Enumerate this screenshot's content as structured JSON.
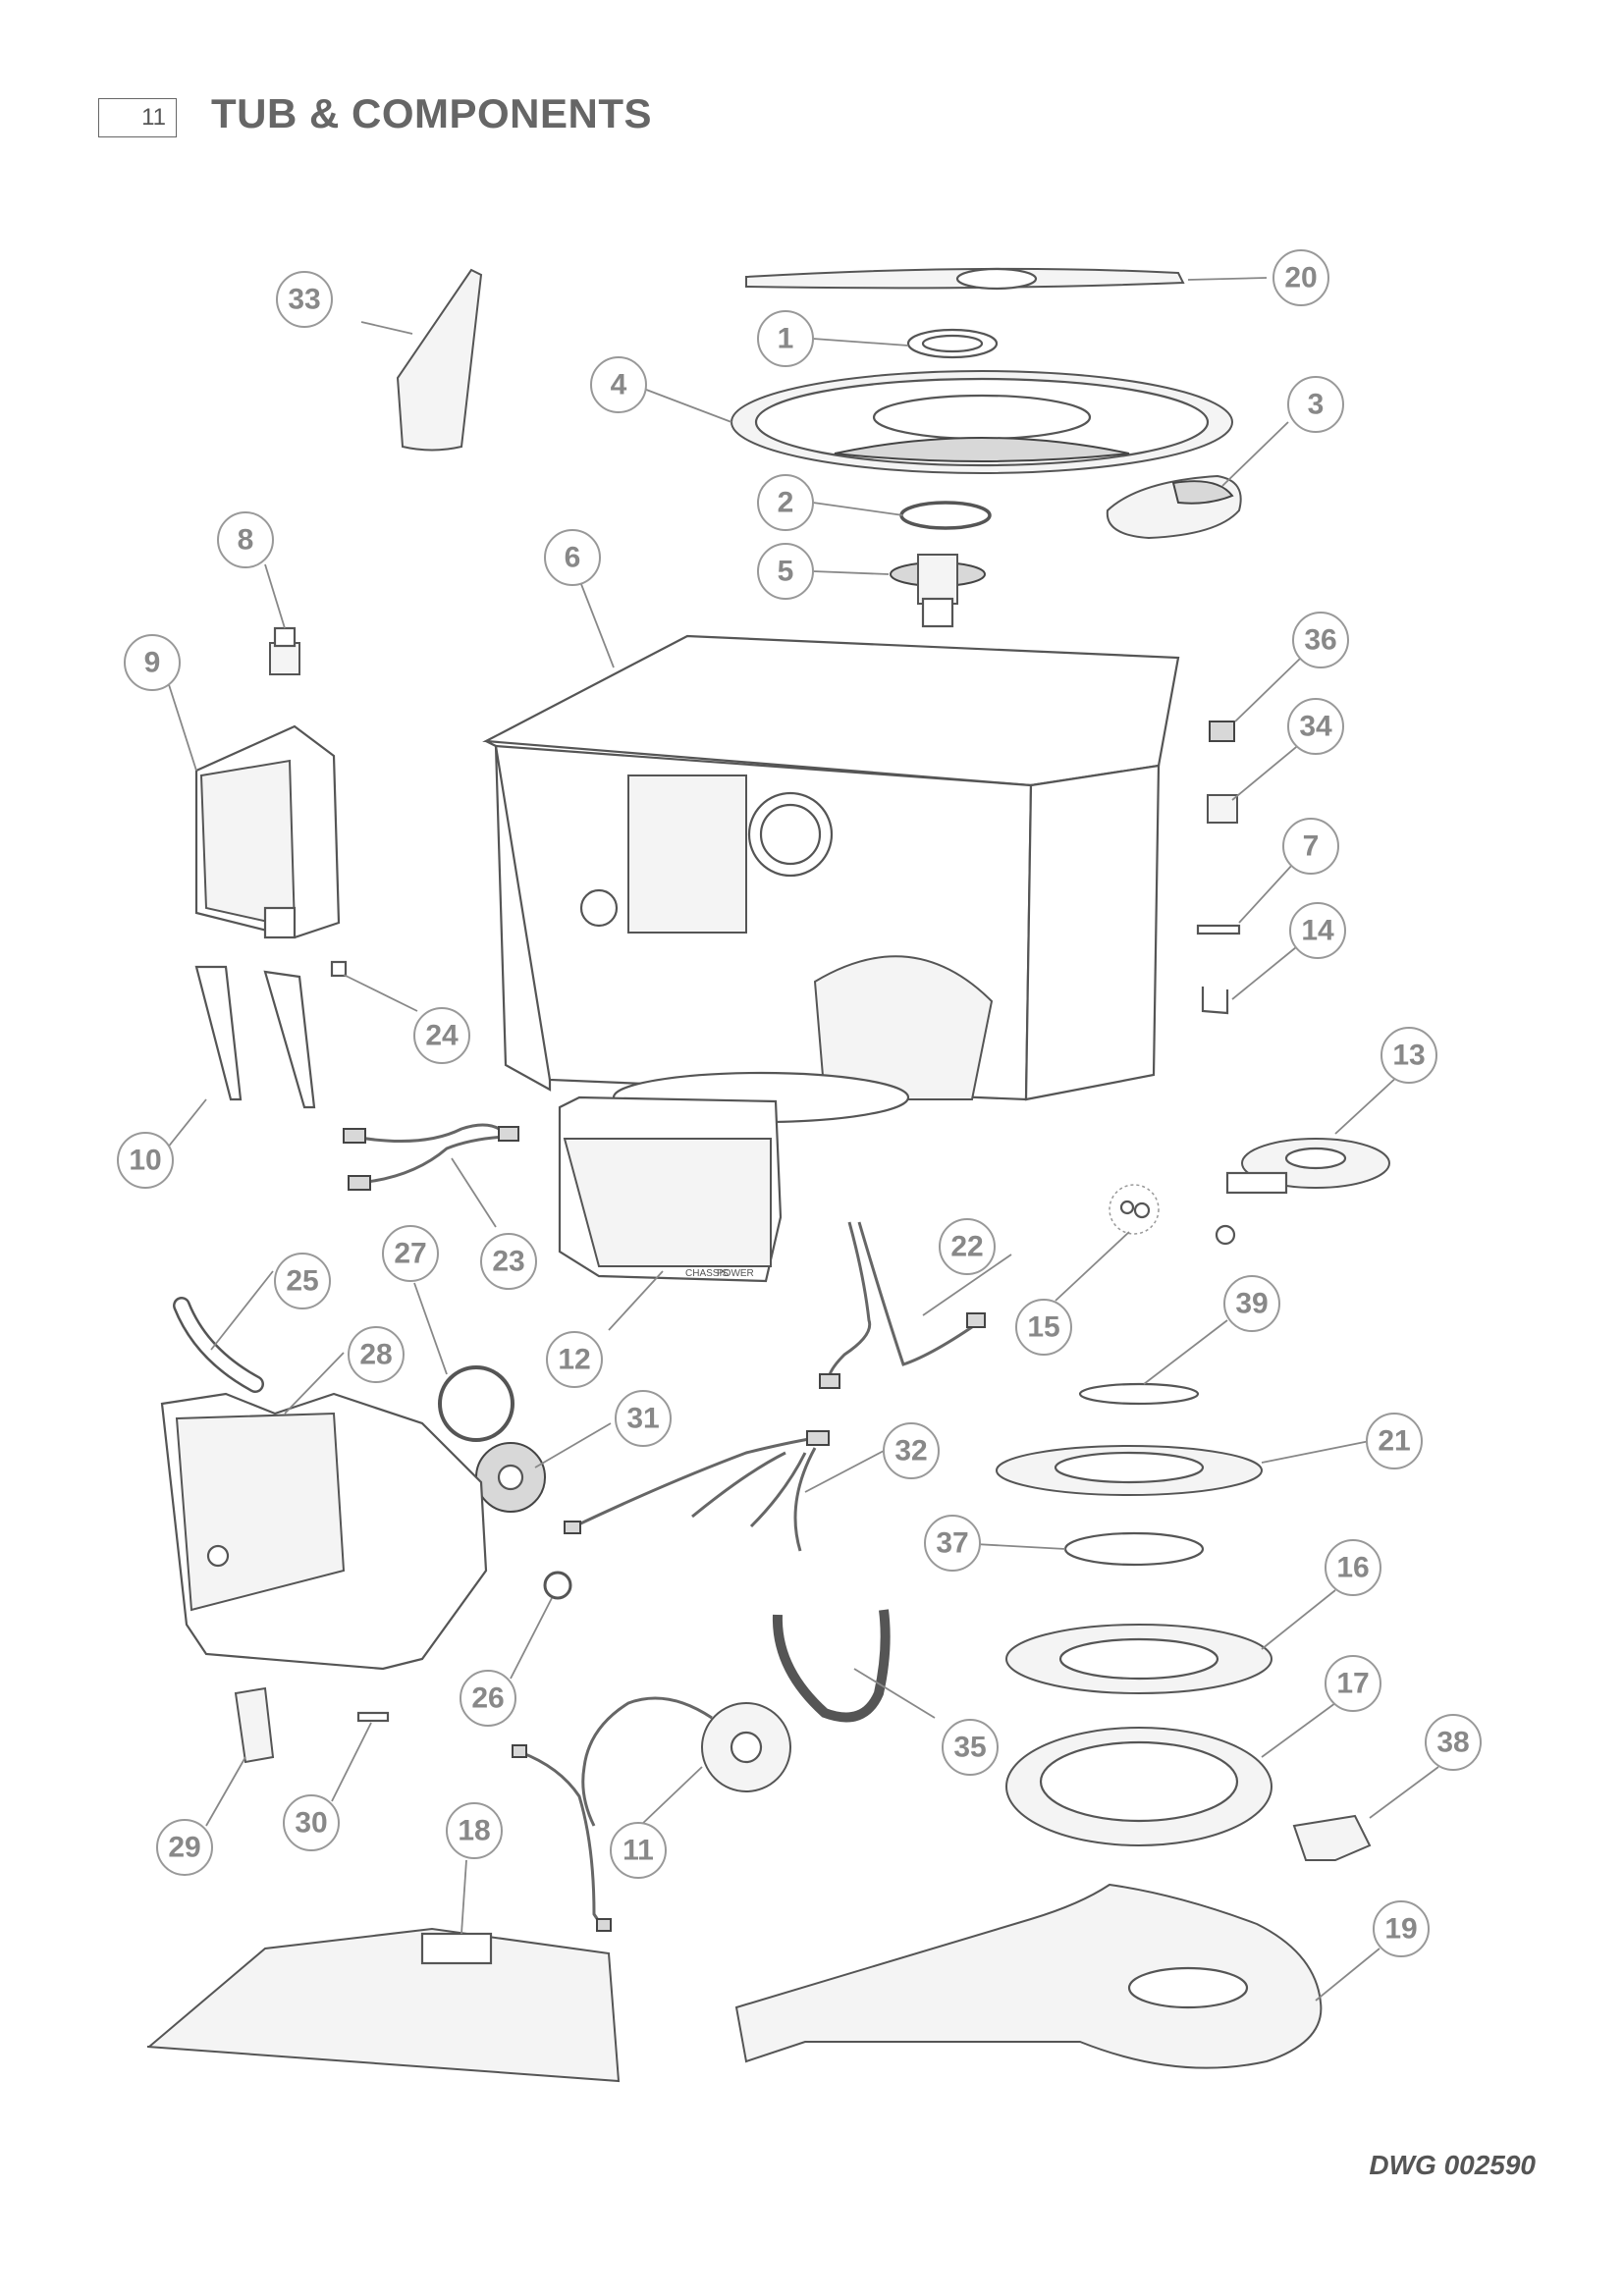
{
  "header": {
    "page_number": "11",
    "title": "TUB & COMPONENTS"
  },
  "footer": {
    "drawing_number": "DWG 002590"
  },
  "callouts": [
    "1",
    "2",
    "3",
    "4",
    "5",
    "6",
    "7",
    "8",
    "9",
    "10",
    "11",
    "12",
    "13",
    "14",
    "15",
    "16",
    "17",
    "18",
    "19",
    "20",
    "21",
    "22",
    "23",
    "24",
    "25",
    "26",
    "27",
    "28",
    "29",
    "30",
    "31",
    "32",
    "33",
    "34",
    "35",
    "36",
    "37",
    "38",
    "39"
  ],
  "board_labels": {
    "chassis": "CHASSIS",
    "power": "POWER"
  }
}
